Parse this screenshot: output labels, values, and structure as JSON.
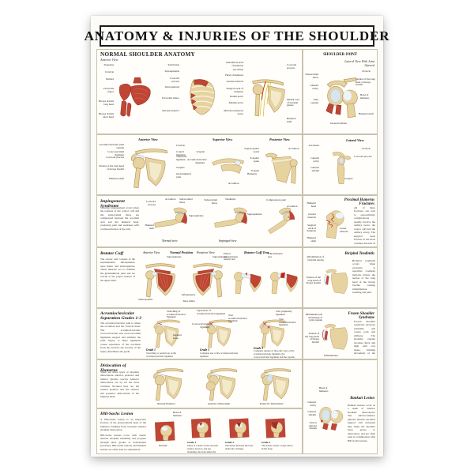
{
  "poster": {
    "title": "ANATOMY & INJURIES OF THE SHOULDER",
    "left": {
      "anatomy": {
        "heading": "NORMAL SHOULDER ANATOMY",
        "view": "Anterior View",
        "fig1": [
          "Trapezius",
          "Clavicle",
          "Deltoid",
          "Pectoralis major",
          "Biceps brachii long head",
          "Biceps brachii short head"
        ],
        "fig2": [
          "Subclavius",
          "Supraspinatus",
          "Coracoid process",
          "Subscapularis",
          "Pectoralis minor",
          "Serratus anterior"
        ],
        "fig3": [
          "Anatomical neck of humerus",
          "Acromion",
          "Head of humerus",
          "Greater tubercle",
          "Surgical neck of humerus",
          "Radial nerve",
          "Median nerve",
          "Musculocutaneous nerve",
          "Coracoid process",
          "Medial cord of brachial plexus",
          "Humeral shaft"
        ]
      },
      "views": {
        "anterior": {
          "caption": "Anterior View",
          "labels": [
            "Acromioclavicular joint capsule",
            "Coracoacromial ligament",
            "Coracoid process",
            "Tendon of the long head of biceps brachii",
            "Humeral shaft",
            "Clavicle",
            "Conoid ligament",
            "Trapezoid ligament",
            "Scapula",
            "Glenohumeral joint"
          ]
        },
        "superior": {
          "caption": "Superior View",
          "labels": [
            "Scapula",
            "Acromioclavicular ligament",
            "Acromion",
            "Humerus"
          ]
        },
        "posterior": {
          "caption": "Posterior View",
          "labels": [
            "Suprascapular notch",
            "Scapular spine",
            "Scapula",
            "Acromion"
          ]
        }
      },
      "impingement": {
        "heading": "Impingement Syndrome",
        "body": "Shoulder impingement occurs when the tendons of the rotator cuff and the subacromial bursa are compressed between the acromial arch and the humeral head, producing pain and weakness with overhead motion of the arm.",
        "fig1_labels": [
          "Subacromial bursa",
          "Acromion",
          "Coracoid process",
          "Supraspinatus",
          "Humeral shaft"
        ],
        "fig1_caption": "Normal view",
        "fig2_labels": [
          "Subacromial bursa",
          "Tendinitis",
          "Supraspinatus"
        ],
        "fig2_caption": "Impinged view",
        "fig3_labels": [
          "Compression point",
          "Acromion"
        ]
      },
      "rotator": {
        "heading": "Rotator Cuff",
        "body": "The rotator cuff consists of the supraspinatus, infraspinatus, teres minor and subscapularis. These muscles act to stabilize the glenohumeral joint and are crucial to the proper motion of the upper limb.",
        "cap1": "Anterior View",
        "group1": "Normal Position",
        "cap2": "Posterior View",
        "group2": "Rotator Cuff Tear",
        "fig1_labels": [
          "Supraspinatus",
          "Subscapularis"
        ],
        "fig2_labels": [
          "Supraspinatus",
          "Infraspinatus",
          "Teres minor"
        ],
        "tear1": "Partial supraspinatus tendon tear",
        "tear2": "Full-thickness tear"
      },
      "ac": {
        "heading": "Acromioclavicular Separation Grades 1-3",
        "body": "The acromioclavicular joint is where the acromion and the clavicle meet. The acromioclavicular, coracoclavicular and coracoacromial ligaments support and stabilize the joint. Injury to these ligaments causes separation of the acromion from the clavicle; the severity of the injury determines the grade.",
        "g1_label": "Stretching of acromioclavicular ligament",
        "g1_label2": "Glenoid fossa",
        "g1_cap": "Grade 1",
        "g1_desc": "Stretching or partial tear of the acromioclavicular ligament",
        "g2_labels": [
          "Separation of acromioclavicular ligament",
          "Torn acromioclavicular ligament",
          "Coracoclavicular ligament"
        ],
        "g2_cap": "Grade 2",
        "g2_desc": "Complete tear of the acromioclavicular ligament",
        "g3_labels": [
          "Torn (ruptured) ligament",
          "Torn coracoclavicular ligament"
        ],
        "g3_cap": "Grade 3",
        "g3_desc": "Complete rupture of the joint: tears of the acromioclavicular ligament, the coracoclavicular ligament and the capsule surrounding the joint"
      },
      "dislocation": {
        "heading": "Dislocation of Humerus",
        "body": "There are three types of shoulder dislocations: anterior, posterior and inferior (luxatio erecta). Anterior dislocations are by far the most common. Pictured here are the normal position and the anterior and posterior dislocations of the humeral head.",
        "cap1": "Normal Position",
        "cap2": "Anterior Dislocation",
        "cap3": "Posterior Dislocation"
      },
      "hillsachs": {
        "heading": "Hill-Sachs Lesion",
        "body1": "A Hill-Sachs lesion is an impaction fracture of the posterolateral head of the humerus resulting from recurrent anterior shoulder dislocation.",
        "body2": "Hill-Sachs lesions occur with classic anterior shoulder instability and progress through three grades of deformation (severity). Hill-Sachs lesions and Bankart lesions are often seen in combination.",
        "label": "Head of humerus",
        "cap0": "Normal",
        "g1_cap": "Grade 1",
        "g1_desc": "There is a defect in the articular surface down to, but not including, the bone under the cartilage.",
        "g2_cap": "Grade 2",
        "g2_desc": "The lesion includes the bone under the cartilage.",
        "g3_cap": "Grade 3",
        "g3_desc": "The lesion creates a large defect in the bone."
      }
    },
    "right": {
      "joint": {
        "heading": "SHOULDER JOINT",
        "view": "Lateral View With Joint Opened",
        "labels": [
          "Subacromial bursa",
          "Glenoid cavity",
          "Clavicle",
          "Tendon of the long head of biceps brachii",
          "Head of humerus",
          "Joint capsule",
          "Glenoid labrum",
          "Humeral shaft"
        ]
      },
      "lateral": {
        "caption": "Lateral View",
        "labels": [
          "Acromion",
          "Clavicle",
          "Glenoid cavity",
          "Coracoid process",
          "Glenoid labrum",
          "Scapula"
        ]
      },
      "fractures": {
        "heading": "Proximal Humerus Fractures",
        "body": "All of these fractures can lead to osteoarthritis; complications usually involve the axillary nerve, the rotator cuff and the axillary artery. The surgical neck fracture is the most common fracture of the proximal humerus.",
        "labels": [
          "Humeral head",
          "Greater tubercle",
          "Surgical neck of humerus",
          "Humeral shaft",
          "Lesser tubercle"
        ]
      },
      "bicipital": {
        "heading": "Bicipital Tendinitis",
        "body": "Bicipital tendinitis occurs when excessive or repetitive overhead motions irritate the tendon of the long head of the biceps brachii, causing inflammation, swelling and pain.",
        "labels": [
          "Inflammation of bicipital tendon",
          "Tendon of the long head of biceps brachii"
        ]
      },
      "frozen": {
        "heading": "Frozen Shoulder Syndrome",
        "body": "Frozen shoulder syndrome develops gradually and causes pain and stiffness. The shoulder capsule becomes thick and tight with scar tissue, limiting movement of the joint.",
        "labels": [
          "Inflammation & thickening of joint capsule",
          "Tendon of the long head of biceps brachii",
          "Inflammation"
        ]
      },
      "bankart": {
        "heading": "Bankart Lesion",
        "body": "Bankart lesions occur as a result of anterior shoulder dislocations. The anterior-inferior glenoid labrum becomes injured. Left untreated they make the shoulder more prone to dislocation, and are often seen in combination with Hill-Sachs lesions.",
        "labels": [
          "Head of humerus",
          "Glenoid cavity",
          "Glenoid labrum",
          "Tear in glenoid labrum"
        ]
      }
    }
  }
}
